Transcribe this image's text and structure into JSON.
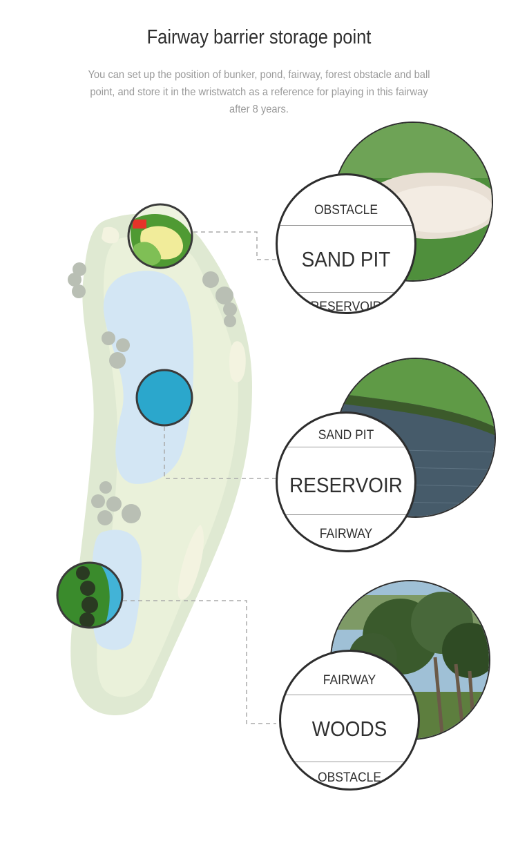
{
  "header": {
    "title": "Fairway barrier storage point",
    "subtitle": "You can set up the position of bunker, pond, fairway, forest obstacle and ball point, and store it in the wristwatch as a reference for playing in this fairway after 8 years."
  },
  "dials": [
    {
      "top": "OBSTACLE",
      "main": "SAND PIT",
      "bottom": "RESERVOIR",
      "photo": "sand-bunker-photo"
    },
    {
      "top": "SAND PIT",
      "main": "RESERVOIR",
      "bottom": "FAIRWAY",
      "photo": "pond-water-photo"
    },
    {
      "top": "FAIRWAY",
      "main": "WOODS",
      "bottom": "OBSTACLE",
      "photo": "woods-trees-photo"
    }
  ],
  "colors": {
    "rough": "#dde8cf",
    "fairway": "#e9f0d6",
    "water": "#cfe4f2",
    "marker_water": "#2aa9cf",
    "ring": "#2d2d2d"
  }
}
